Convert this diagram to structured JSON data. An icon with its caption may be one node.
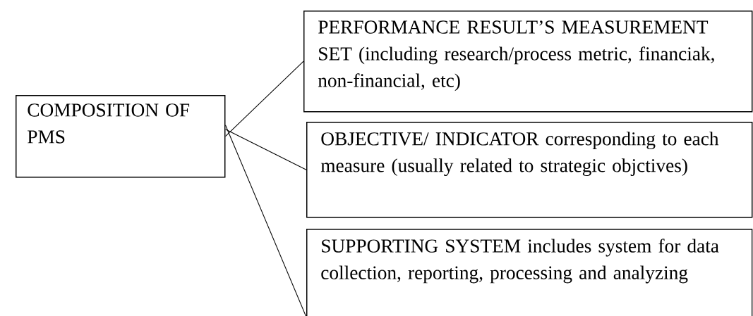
{
  "diagram": {
    "nodes": [
      {
        "text": [
          "COMPOSITION OF PMS"
        ]
      },
      {
        "text": [
          "PERFORMANCE RESULT’S MEASUREMENT SET (including research/process metric, financiak, non-financial, etc)"
        ]
      },
      {
        "text": [
          "OBJECTIVE/ INDICATOR corresponding to each measure (usually related to strategic objctives)"
        ]
      },
      {
        "text": [
          "SUPPORTING SYSTEM includes system for data collection, reporting, processing and analyzing"
        ]
      }
    ],
    "edges": [
      {
        "from": 0,
        "to": 1,
        "arrow": "none"
      },
      {
        "from": 0,
        "to": 2,
        "arrow": "none"
      },
      {
        "from": 0,
        "to": 3,
        "arrow": "none"
      }
    ]
  }
}
